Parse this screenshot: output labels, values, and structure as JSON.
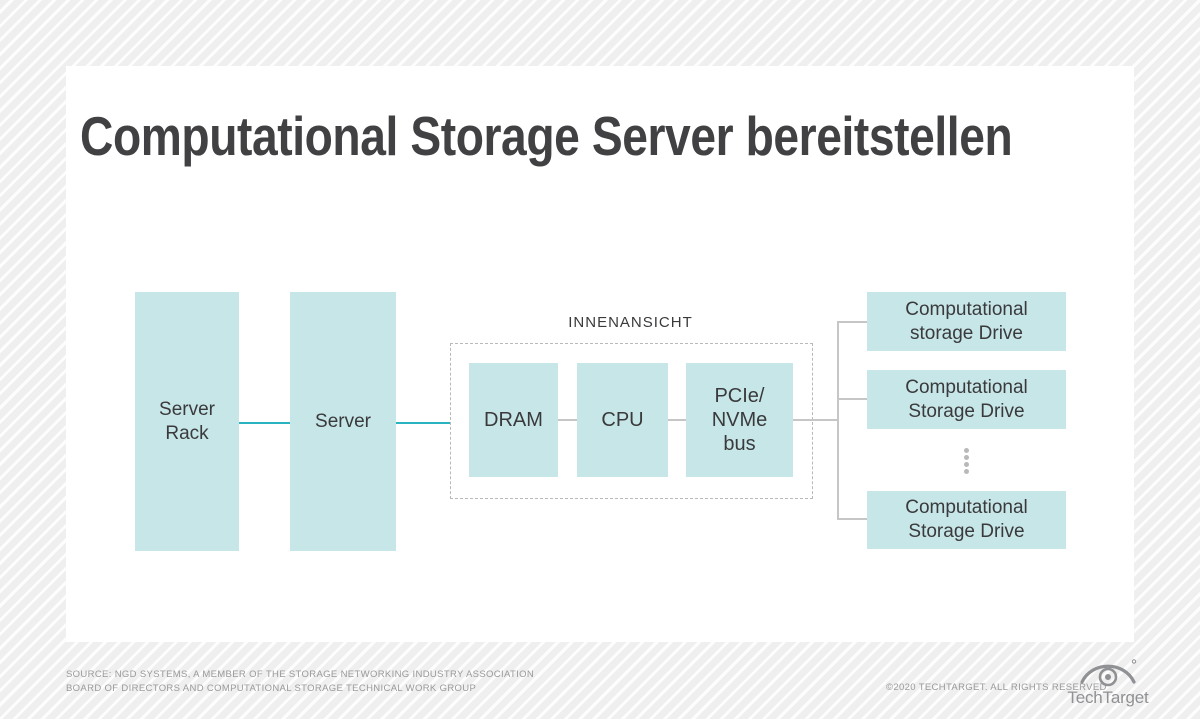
{
  "title": "Computational Storage Server bereitstellen",
  "diagram": {
    "server_rack_label": "Server\nRack",
    "server_label": "Server",
    "inner_view_label": "INNENANSICHT",
    "dram_label": "DRAM",
    "cpu_label": "CPU",
    "bus_label": "PCIe/\nNVMe\nbus",
    "drive1_label": "Computational storage Drive",
    "drive2_label": "Computational Storage Drive",
    "drive3_label": "Computational Storage Drive"
  },
  "footer": {
    "source_line1": "SOURCE: NGD SYSTEMS, A MEMBER OF THE STORAGE NETWORKING INDUSTRY ASSOCIATION",
    "source_line2": "BOARD OF DIRECTORS AND COMPUTATIONAL STORAGE TECHNICAL WORK GROUP",
    "copyright": "©2020 TECHTARGET. ALL RIGHTS RESERVED",
    "logo_text": "TechTarget"
  },
  "colors": {
    "box_fill": "#c7e6e8",
    "teal_connector": "#2ab4c2",
    "gray_connector": "#c6c6c6",
    "title_text": "#414042",
    "box_text": "#3a3a3c",
    "footer_text": "#9a9a9a",
    "logo_gray": "#8f9194"
  }
}
